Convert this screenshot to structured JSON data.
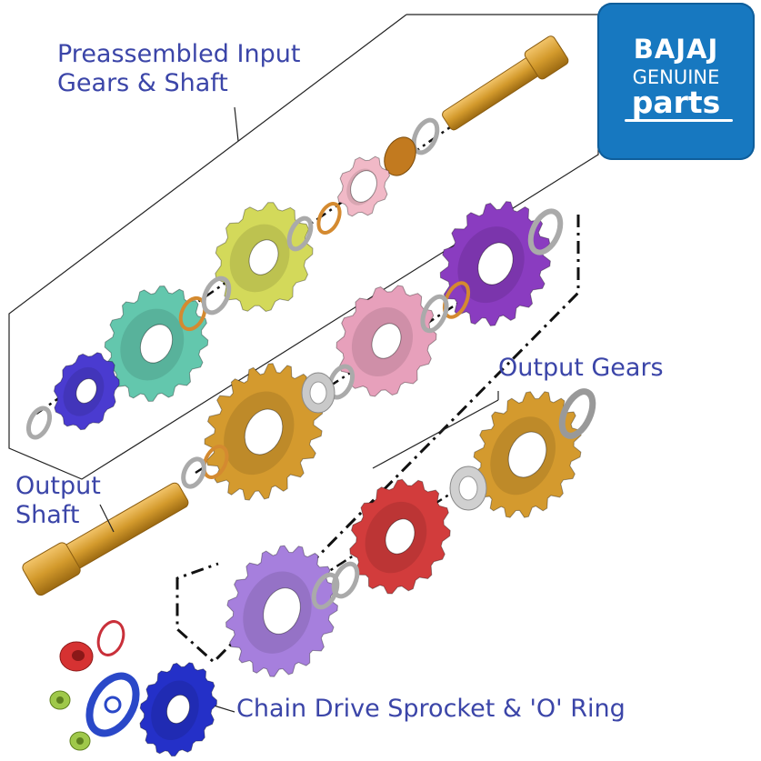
{
  "brand": {
    "line1": "BAJAJ",
    "line2": "GENUINE",
    "line3": "parts",
    "color": "#1778c0"
  },
  "labels": {
    "input_assembly": [
      "Preassembled Input",
      "Gears & Shaft"
    ],
    "output_gears": "Output Gears",
    "output_shaft": [
      "Output",
      "Shaft"
    ],
    "sprocket": "Chain Drive Sprocket & 'O' Ring"
  },
  "colors": {
    "label_text": "#3b45a8",
    "gold": "#d49a2e",
    "purple": "#8a3cc0",
    "pink": "#e7a0bb",
    "light_pink": "#f1b9c7",
    "olive": "#d3d95a",
    "teal": "#63c7ad",
    "indigo": "#4a3bd0",
    "red": "#d23c3c",
    "lavender": "#a67fdd",
    "blue": "#2430c8",
    "green": "#98c24a"
  }
}
